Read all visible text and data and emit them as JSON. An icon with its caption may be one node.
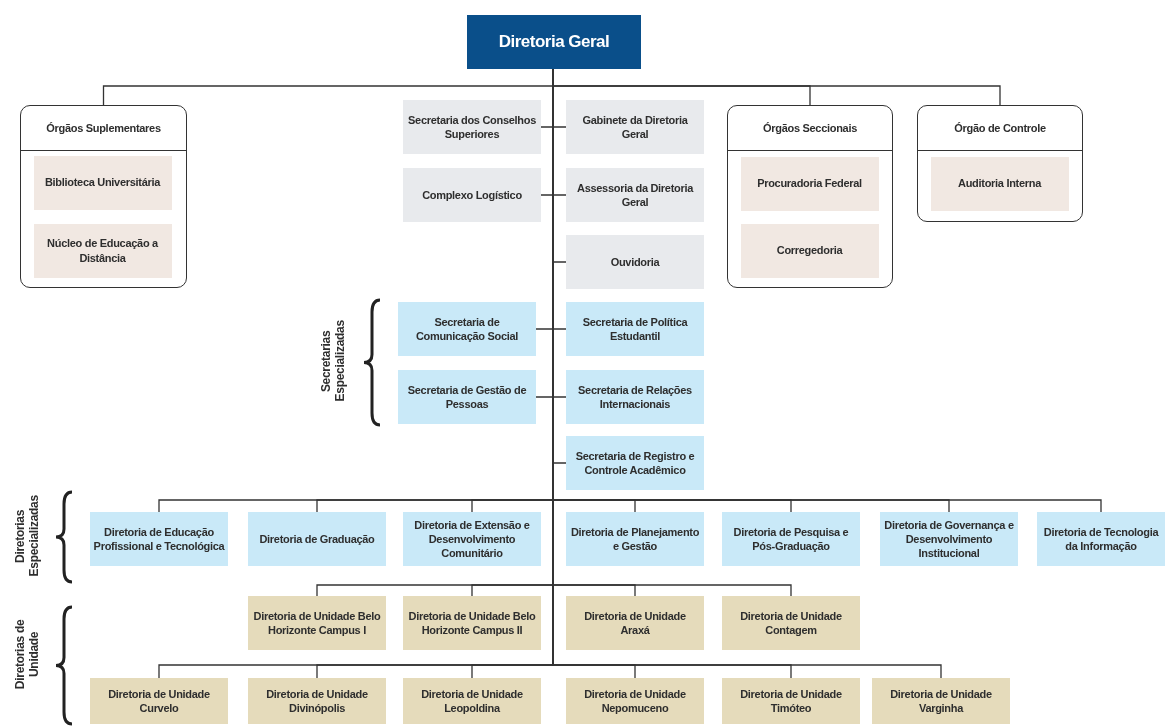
{
  "diagram": {
    "nodes": [
      {
        "text": [
          "Diretoria Geral"
        ]
      },
      {
        "text": [
          "Órgãos Suplementares"
        ]
      },
      {
        "text": [
          "Biblioteca Universitária"
        ],
        "in": 1
      },
      {
        "text": [
          "Núcleo de Educação a Distância"
        ],
        "in": 1
      },
      {
        "text": [
          "Secretaria dos Conselhos Superiores"
        ]
      },
      {
        "text": [
          "Gabinete da Diretoria Geral"
        ]
      },
      {
        "text": [
          "Complexo Logístico"
        ]
      },
      {
        "text": [
          "Assessoria da Diretoria Geral"
        ]
      },
      {
        "text": [
          "Ouvidoria"
        ]
      },
      {
        "text": [
          "Órgãos Seccionais"
        ]
      },
      {
        "text": [
          "Procuradoria Federal"
        ],
        "in": 9
      },
      {
        "text": [
          "Corregedoria"
        ],
        "in": 9
      },
      {
        "text": [
          "Órgão de Controle"
        ]
      },
      {
        "text": [
          "Auditoria Interna"
        ],
        "in": 12
      },
      {
        "text": [
          "Secretaria de Comunicação Social"
        ]
      },
      {
        "text": [
          "Secretaria de Política Estudantil"
        ]
      },
      {
        "text": [
          "Secretaria de Gestão de Pessoas"
        ]
      },
      {
        "text": [
          "Secretaria de Relações Internacionais"
        ]
      },
      {
        "text": [
          "Secretaria de Registro e Controle Acadêmico"
        ]
      },
      {
        "text": [
          "Diretoria de Educação Profissional e Tecnológica"
        ]
      },
      {
        "text": [
          "Diretoria de Graduação"
        ]
      },
      {
        "text": [
          "Diretoria de Extensão e Desenvolvimento Comunitário"
        ]
      },
      {
        "text": [
          "Diretoria de Planejamento e Gestão"
        ]
      },
      {
        "text": [
          "Diretoria de Pesquisa e Pós-Graduação"
        ]
      },
      {
        "text": [
          "Diretoria de Governança e Desenvolvimento Institucional"
        ]
      },
      {
        "text": [
          "Diretoria de Tecnologia da Informação"
        ]
      },
      {
        "text": [
          "Diretoria de Unidade Belo Horizonte Campus I"
        ]
      },
      {
        "text": [
          "Diretoria de Unidade Belo Horizonte Campus II"
        ]
      },
      {
        "text": [
          "Diretoria de Unidade Araxá"
        ]
      },
      {
        "text": [
          "Diretoria de Unidade Contagem"
        ]
      },
      {
        "text": [
          "Diretoria de Unidade Curvelo"
        ]
      },
      {
        "text": [
          "Diretoria de Unidade Divinópolis"
        ]
      },
      {
        "text": [
          "Diretoria de Unidade Leopoldina"
        ]
      },
      {
        "text": [
          "Diretoria de Unidade Nepomuceno"
        ]
      },
      {
        "text": [
          "Diretoria de Unidade Timóteo"
        ]
      },
      {
        "text": [
          "Diretoria de Unidade Varginha"
        ]
      }
    ],
    "edges": [
      {
        "from": 0,
        "to": 1,
        "arrow": "none"
      },
      {
        "from": 0,
        "to": 9,
        "arrow": "none"
      },
      {
        "from": 0,
        "to": 12,
        "arrow": "none"
      },
      {
        "from": 0,
        "to": 4,
        "arrow": "none"
      },
      {
        "from": 0,
        "to": 5,
        "arrow": "none"
      },
      {
        "from": 0,
        "to": 6,
        "arrow": "none"
      },
      {
        "from": 0,
        "to": 7,
        "arrow": "none"
      },
      {
        "from": 0,
        "to": 8,
        "arrow": "none"
      },
      {
        "from": 0,
        "to": 14,
        "arrow": "none"
      },
      {
        "from": 0,
        "to": 15,
        "arrow": "none"
      },
      {
        "from": 0,
        "to": 16,
        "arrow": "none"
      },
      {
        "from": 0,
        "to": 17,
        "arrow": "none"
      },
      {
        "from": 0,
        "to": 18,
        "arrow": "none"
      },
      {
        "from": 0,
        "to": 19,
        "arrow": "none"
      },
      {
        "from": 0,
        "to": 20,
        "arrow": "none"
      },
      {
        "from": 0,
        "to": 21,
        "arrow": "none"
      },
      {
        "from": 0,
        "to": 22,
        "arrow": "none"
      },
      {
        "from": 0,
        "to": 23,
        "arrow": "none"
      },
      {
        "from": 0,
        "to": 24,
        "arrow": "none"
      },
      {
        "from": 0,
        "to": 25,
        "arrow": "none"
      },
      {
        "from": 0,
        "to": 26,
        "arrow": "none"
      },
      {
        "from": 0,
        "to": 27,
        "arrow": "none"
      },
      {
        "from": 0,
        "to": 28,
        "arrow": "none"
      },
      {
        "from": 0,
        "to": 29,
        "arrow": "none"
      },
      {
        "from": 0,
        "to": 30,
        "arrow": "none"
      },
      {
        "from": 0,
        "to": 31,
        "arrow": "none"
      },
      {
        "from": 0,
        "to": 32,
        "arrow": "none"
      },
      {
        "from": 0,
        "to": 33,
        "arrow": "none"
      },
      {
        "from": 0,
        "to": 34,
        "arrow": "none"
      },
      {
        "from": 0,
        "to": 35,
        "arrow": "none"
      }
    ],
    "labels": [
      "Secretarias Especializadas",
      "Diretorias Especializadas",
      "Diretorias de Unidade"
    ]
  }
}
